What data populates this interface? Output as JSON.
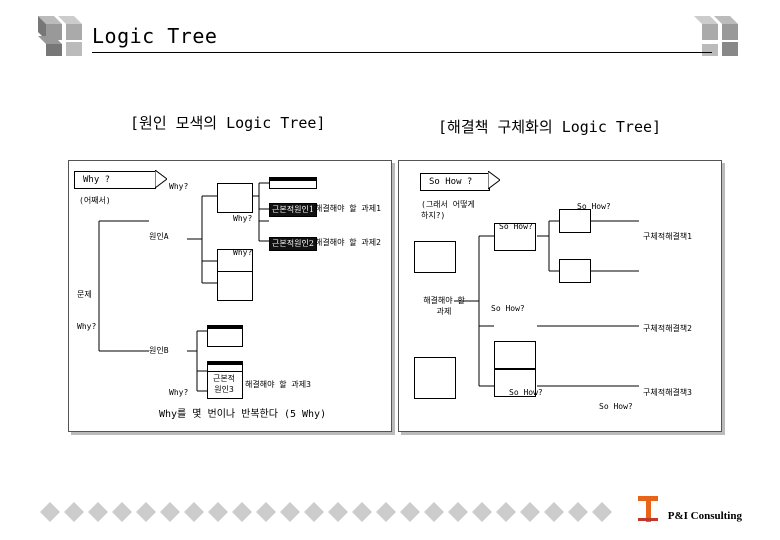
{
  "header": {
    "title": "Logic Tree"
  },
  "left": {
    "subtitle": "[원인 모색의 Logic Tree]",
    "why_arrow": "Why ?",
    "why_label_1": "Why?",
    "eoje": "(어째서)",
    "why_label_2": "Why?",
    "why_label_3": "Why?",
    "root1": "근본적원인1",
    "root2": "근본적원인2",
    "task1": "해결해야 할 과제1",
    "task2": "해결해야 할 과제2",
    "causeA": "원인A",
    "problem": "문제",
    "why_left": "Why?",
    "causeB": "원인B",
    "why_bottom": "Why?",
    "root3": "근본적 원인3",
    "task3": "해결해야 할 과제3",
    "caption": "Why를 몇 번이나 반복한다 (5 Why)"
  },
  "right": {
    "subtitle": "[해결책 구체화의 Logic Tree]",
    "sohow_arrow": "So How ?",
    "geuraeseo": "(그래서 어떻게 하지?)",
    "sohow_1": "So How?",
    "sohow_2": "So How?",
    "sol1": "구체적해결책1",
    "task": "해결해야 할 과제",
    "sohow_3": "So How?",
    "sol2": "구체적해결책2",
    "sohow_4": "So How?",
    "sol3": "구체적해결책3",
    "sohow_5": "So How?"
  },
  "footer": {
    "brand": "P&I Consulting"
  }
}
